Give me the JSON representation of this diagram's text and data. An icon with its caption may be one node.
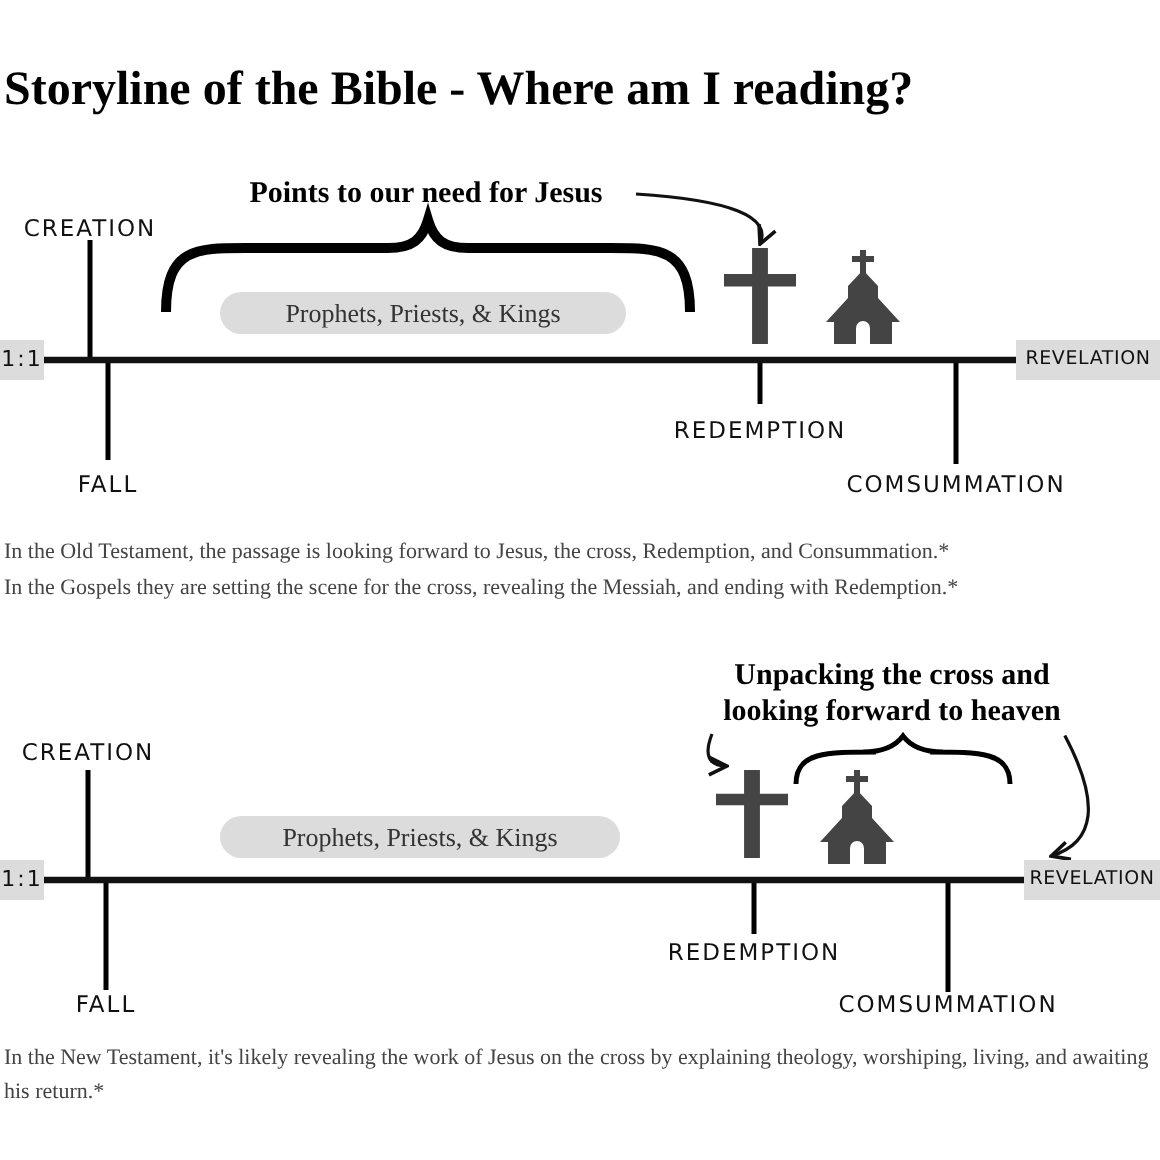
{
  "diagram": {
    "title": "Storyline of the Bible - Where am I reading?",
    "nodes": [
      {
        "text": [
          "1:1"
        ]
      },
      {
        "text": [
          "Prophets, Priests, & Kings"
        ]
      },
      {
        "text": [
          "REVELATION"
        ]
      },
      {
        "text": [
          "Points to our need for Jesus"
        ]
      },
      {
        "text": [],
        "shape": "cross"
      },
      {
        "text": [
          "Unpacking the cross and looking forward to heaven"
        ]
      },
      {
        "text": [],
        "shape": "cross"
      },
      {
        "text": [
          "1:1"
        ]
      },
      {
        "text": [
          "Prophets, Priests, & Kings"
        ]
      },
      {
        "text": [
          "REVELATION"
        ]
      }
    ],
    "edges": [
      {
        "from": 3,
        "to": 4,
        "arrow": "to"
      },
      {
        "from": 5,
        "to": 6,
        "arrow": "to"
      },
      {
        "from": 5,
        "to": 9,
        "arrow": "to"
      },
      {
        "from": 0,
        "to": 2,
        "arrow": "none",
        "style": "thick"
      },
      {
        "from": 7,
        "to": 9,
        "arrow": "none",
        "style": "thick"
      }
    ],
    "labels": [
      "CREATION",
      "FALL",
      "REDEMPTION",
      "COMSUMMATION",
      "In the Old Testament, the passage is looking forward to Jesus, the cross, Redemption, and Consummation.*",
      "In the Gospels they are setting the scene for the cross, revealing the Messiah, and ending with Redemption.*",
      "CREATION",
      "FALL",
      "REDEMPTION",
      "COMSUMMATION",
      "In the New Testament, it's likely revealing the work of Jesus on the cross by explaining theology, worshiping, living, and awaiting his return.*"
    ]
  }
}
